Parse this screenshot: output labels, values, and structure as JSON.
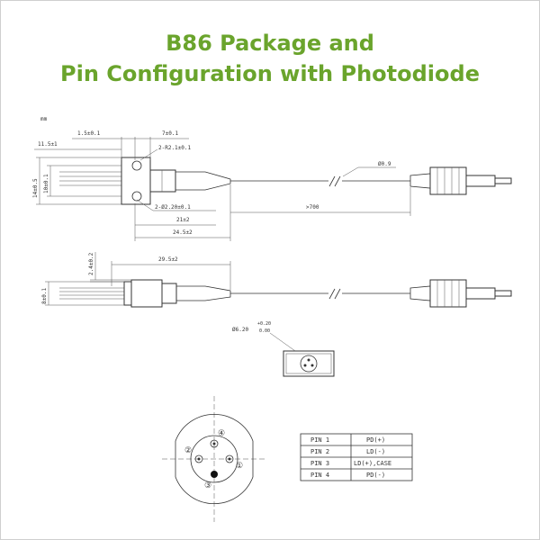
{
  "title": {
    "line1": "B86 Package and",
    "line2": "Pin Configuration with Photodiode"
  },
  "drawing": {
    "unit": "mm",
    "dims": {
      "d1": "1.5±0.1",
      "d2": "7±0.1",
      "d3": "11.5±1",
      "d4": "2-R2.1±0.1",
      "d5": "14±0.5",
      "d6": "10±0.1",
      "d7": "2-Ø2.20±0.1",
      "d8": "21±2",
      "d9": "24.5±2",
      "d10": "Ø0.9",
      "d11": ">700",
      "d12": "2.4±0.2",
      "d13": "29.5±2",
      "d14": "8±0.1",
      "d15": "Ø6.20",
      "d15_tol_top": "+0.20",
      "d15_tol_bottom": "0.00"
    },
    "pin_numbers": [
      "①",
      "②",
      "③",
      "④"
    ]
  },
  "pin_table": {
    "rows": [
      {
        "pin": "PIN 1",
        "func": "PD(+)"
      },
      {
        "pin": "PIN 2",
        "func": "LD(-)"
      },
      {
        "pin": "PIN 3",
        "func": "LD(+),CASE"
      },
      {
        "pin": "PIN 4",
        "func": "PD(-)"
      }
    ]
  }
}
